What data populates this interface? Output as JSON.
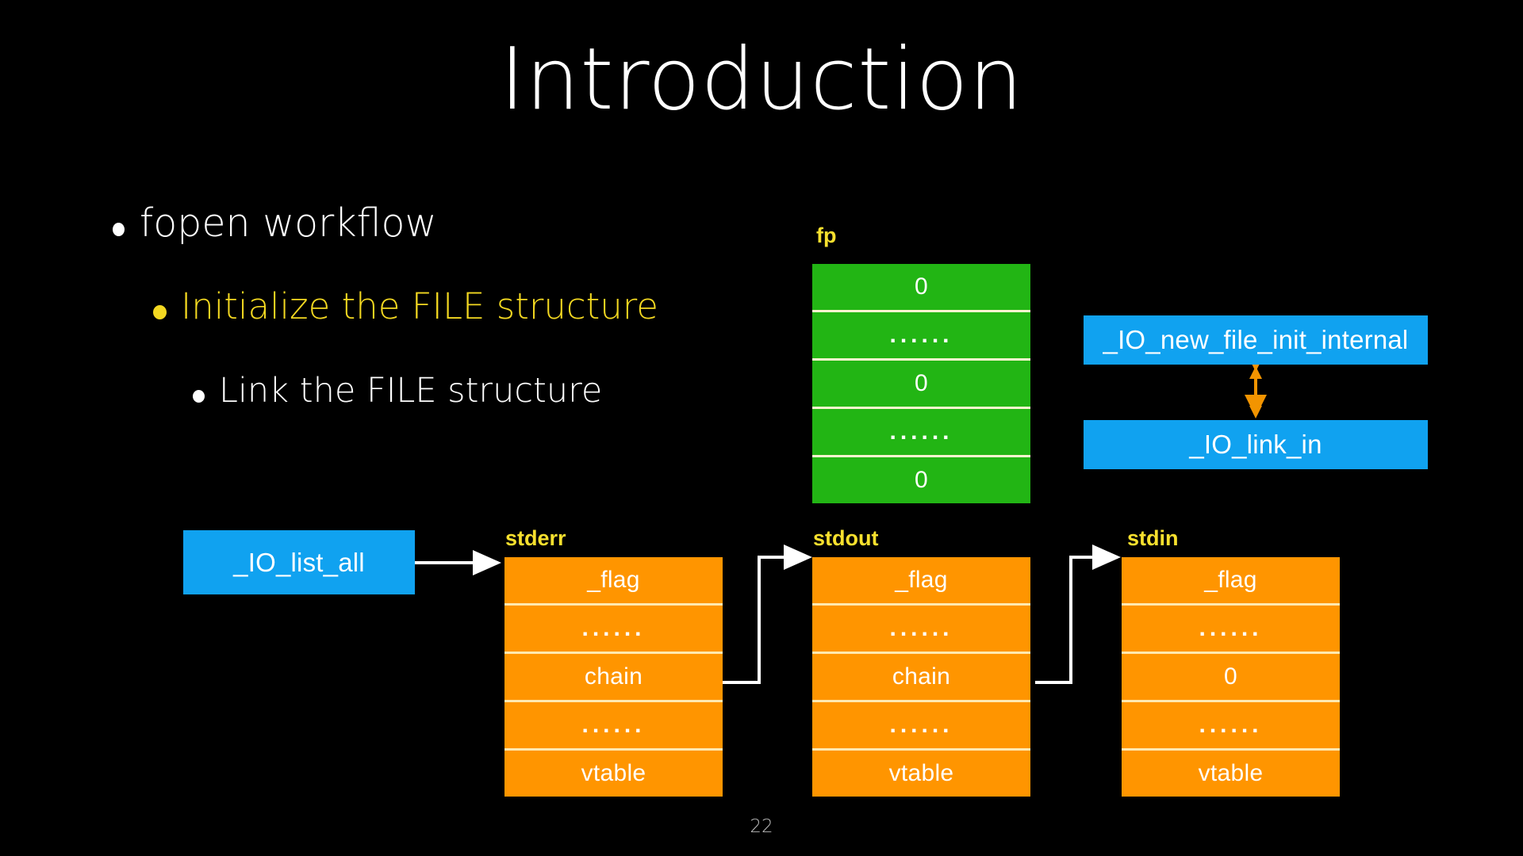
{
  "slide": {
    "title": "Introduction",
    "page_number": "22",
    "background_color": "#000000"
  },
  "bullets": [
    {
      "text": "fopen workflow",
      "color": "#ffffff",
      "level": 1
    },
    {
      "text": "Initialize the FILE structure",
      "color": "#f3d821",
      "level": 2
    },
    {
      "text": "Link the FILE structure",
      "color": "#ffffff",
      "level": 3
    }
  ],
  "diagram": {
    "fp_struct": {
      "label": "fp",
      "label_color": "#f7e02e",
      "fill_color": "#22b514",
      "rows": [
        "0",
        "......",
        "0",
        "......",
        "0"
      ]
    },
    "function_boxes": [
      {
        "label": "_IO_new_file_init_internal",
        "color": "#10a2f0"
      },
      {
        "label": "_IO_link_in",
        "color": "#10a2f0"
      },
      {
        "label": "_IO_list_all",
        "color": "#10a2f0"
      }
    ],
    "file_structs": [
      {
        "label": "stderr",
        "label_color": "#f7e02e",
        "fill_color": "#ff9500",
        "rows": [
          "_flag",
          "......",
          "chain",
          "......",
          "vtable"
        ]
      },
      {
        "label": "stdout",
        "label_color": "#f7e02e",
        "fill_color": "#ff9500",
        "rows": [
          "_flag",
          "......",
          "chain",
          "......",
          "vtable"
        ]
      },
      {
        "label": "stdin",
        "label_color": "#f7e02e",
        "fill_color": "#ff9500",
        "rows": [
          "_flag",
          "......",
          "0",
          "......",
          "vtable"
        ]
      }
    ],
    "arrows": {
      "init_link_arrow_color": "#f29400",
      "chain_arrow_color": "#ffffff"
    }
  }
}
